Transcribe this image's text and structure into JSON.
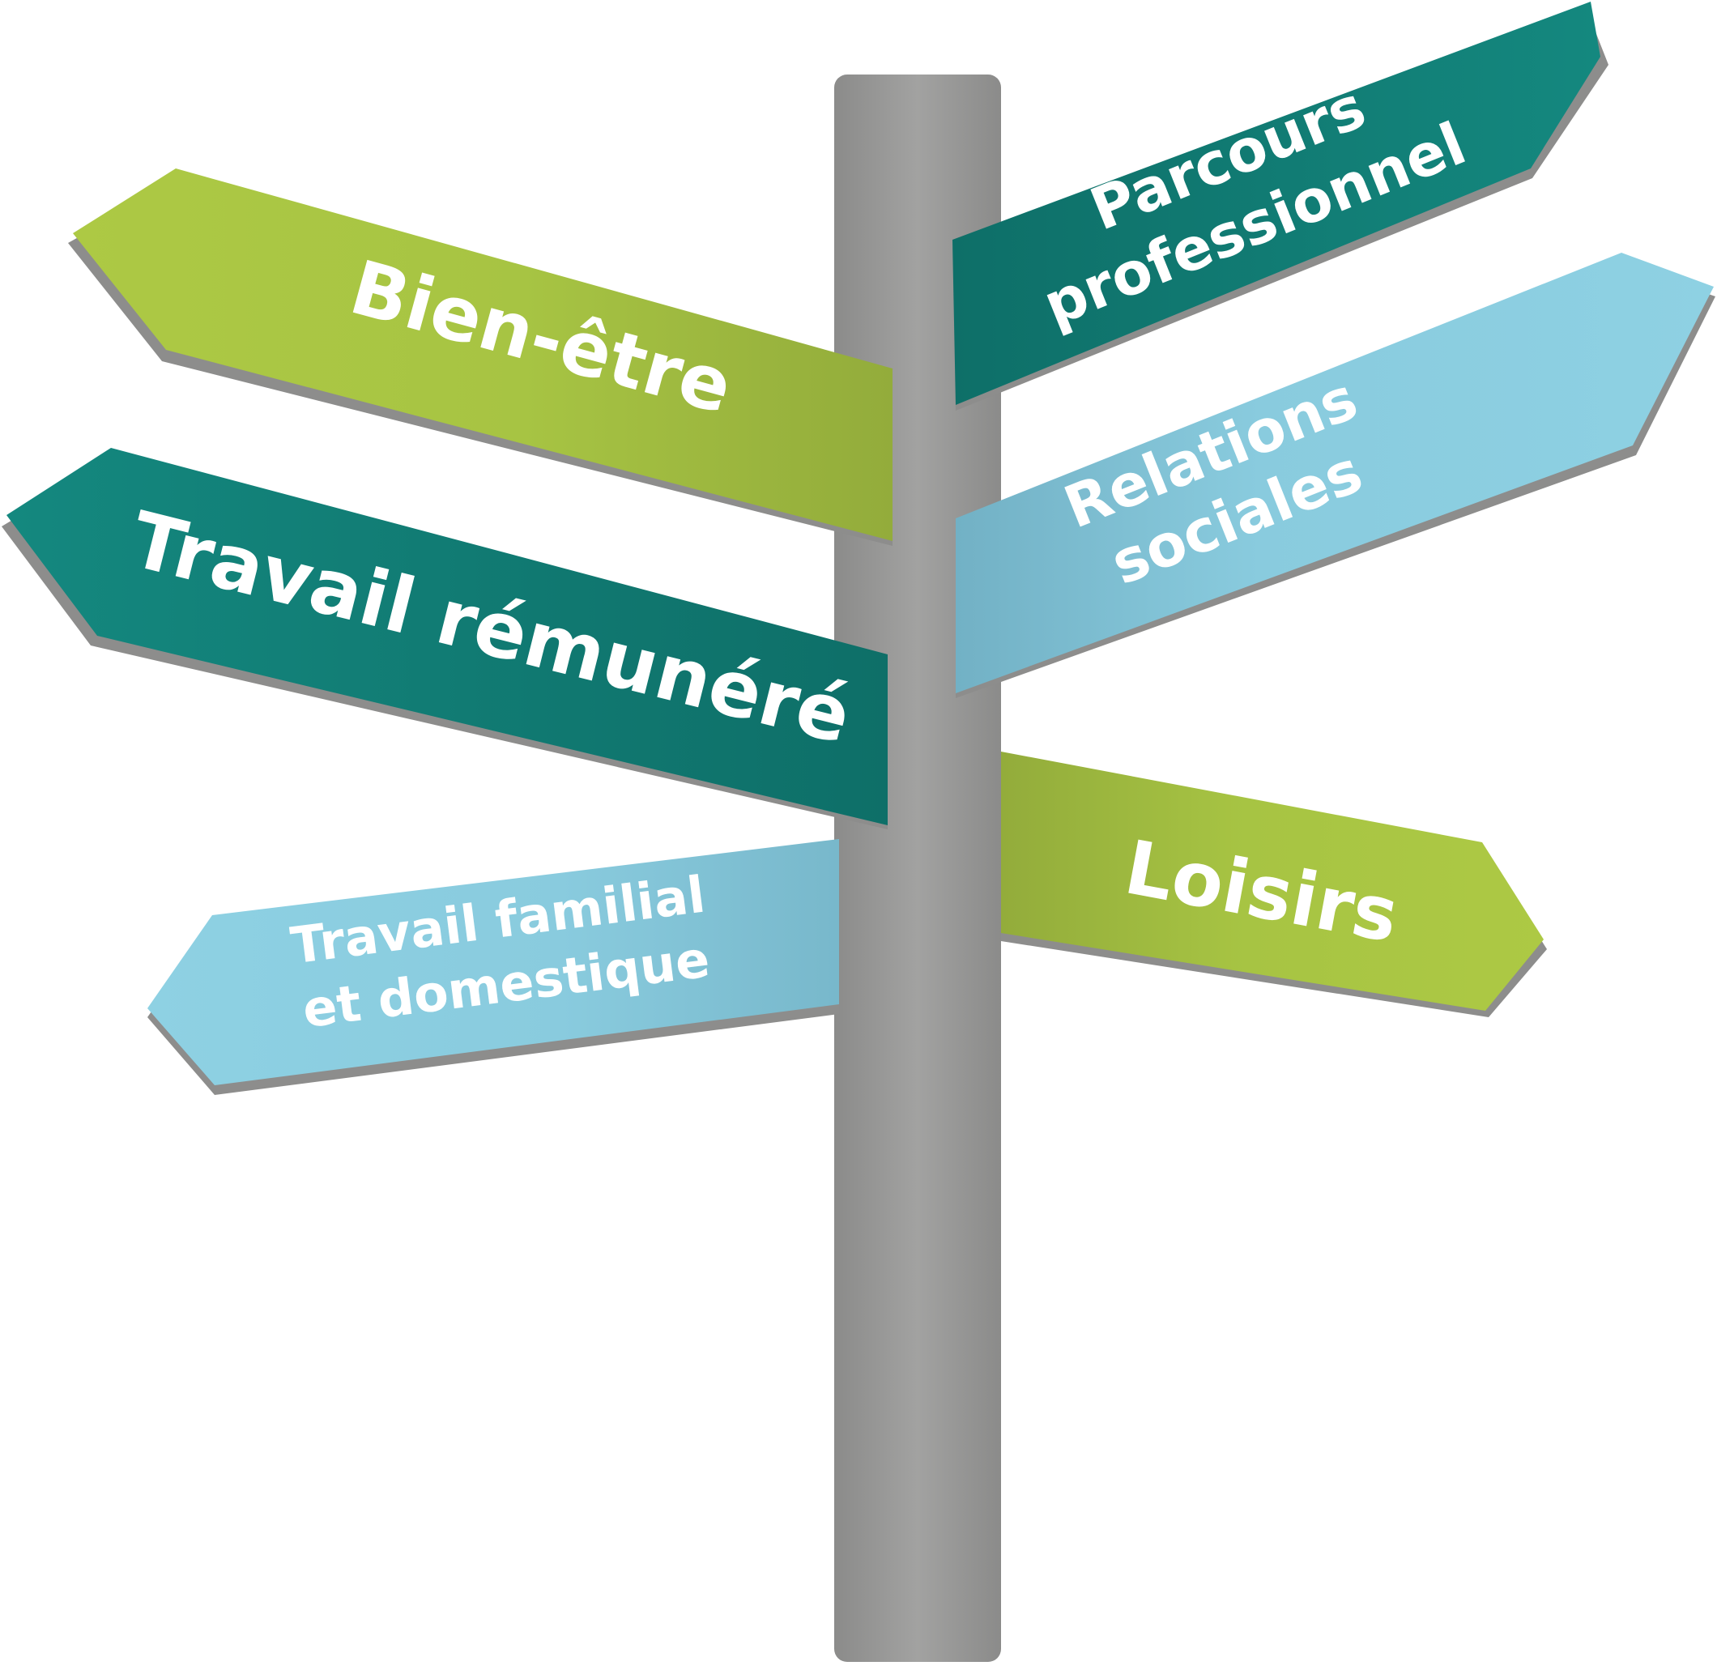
{
  "colors": {
    "pole": "#9a9a99",
    "pole_shadow": "#858584",
    "sign_shadow": "#8d8d8c",
    "green_light": "#adc944",
    "green_dark": "#93ac3b",
    "teal_light": "#14887f",
    "teal_dark": "#0e6f68",
    "blue_light": "#8ed1e3",
    "blue_dark": "#78b8cb",
    "text": "#ffffff"
  },
  "signs": {
    "bien_etre": {
      "label": "Bien-être"
    },
    "travail_remunere": {
      "label": "Travail rémunéré"
    },
    "travail_familial": {
      "line1": "Travail familial",
      "line2": "et domestique"
    },
    "parcours": {
      "line1": "Parcours",
      "line2": "professionnel"
    },
    "relations": {
      "line1": "Relations",
      "line2": "sociales"
    },
    "loisirs": {
      "label": "Loisirs"
    }
  }
}
